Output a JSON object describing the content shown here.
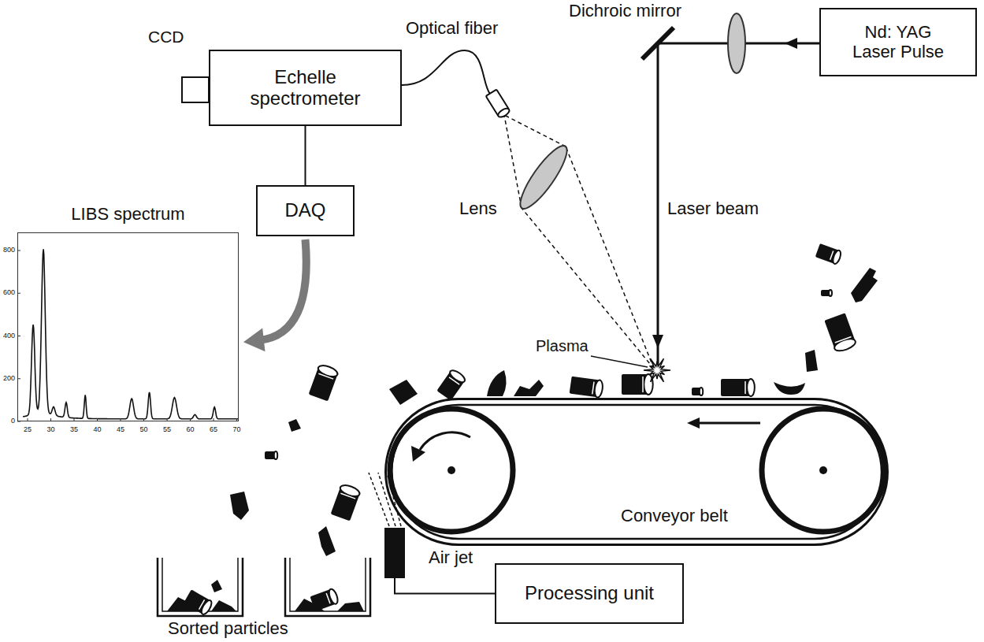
{
  "diagram": {
    "nodes": [
      {
        "text": [
          "CCD"
        ]
      },
      {
        "text": [
          "Echelle spectrometer"
        ]
      },
      {
        "text": [
          "DAQ"
        ]
      },
      {
        "text": [
          "Nd: YAG Laser Pulse"
        ]
      },
      {
        "text": [
          "LIBS spectrum"
        ]
      },
      {
        "text": [
          "Conveyor belt"
        ]
      },
      {
        "text": [
          "Air jet"
        ]
      },
      {
        "text": [
          "Processing unit"
        ]
      }
    ],
    "edges": [
      {
        "from": 1,
        "to": 2,
        "arrow": "none"
      },
      {
        "from": 2,
        "to": 4,
        "arrow": "to"
      },
      {
        "from": 6,
        "to": 7,
        "arrow": "none"
      }
    ],
    "labels": [
      "Optical fiber",
      "Dichroic mirror",
      "Lens",
      "Laser beam",
      "Plasma",
      "Sorted particles",
      "800",
      "600",
      "400",
      "200",
      "0",
      "25",
      "30",
      "35",
      "40",
      "45",
      "50",
      "55",
      "60",
      "65",
      "70"
    ]
  }
}
